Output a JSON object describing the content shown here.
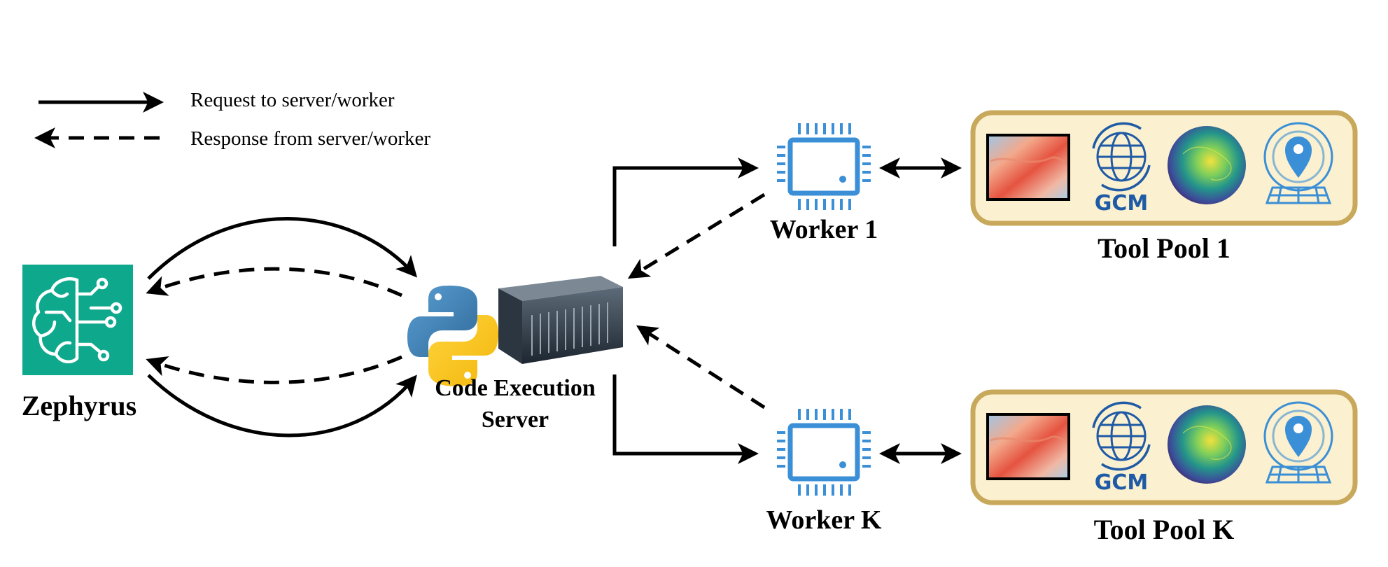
{
  "legend": {
    "request_label": "Request to server/worker",
    "response_label": "Response from server/worker"
  },
  "agent": {
    "label": "Zephyrus",
    "icon": "brain-circuit-icon",
    "color": "#0ea98c"
  },
  "server": {
    "label_line1": "Code Execution",
    "label_line2": "Server",
    "icons": [
      "python-logo-icon",
      "server-rack-icon"
    ]
  },
  "workers": [
    {
      "label": "Worker 1",
      "icon": "cpu-chip-icon"
    },
    {
      "label": "Worker K",
      "icon": "cpu-chip-icon"
    }
  ],
  "tool_pools": [
    {
      "label": "Tool Pool 1",
      "tools": [
        "heatmap-map-icon",
        "gcm-globe-icon",
        "sphere-contour-icon",
        "location-globe-icon"
      ],
      "gcm_text": "GCM"
    },
    {
      "label": "Tool Pool K",
      "tools": [
        "heatmap-map-icon",
        "gcm-globe-icon",
        "sphere-contour-icon",
        "location-globe-icon"
      ],
      "gcm_text": "GCM"
    }
  ],
  "colors": {
    "agent_bg": "#0ea98c",
    "chip": "#3a8fd6",
    "pool_fill": "#fbf0cf",
    "pool_border": "#c8a85b",
    "gcm_text": "#1f5aa6"
  }
}
